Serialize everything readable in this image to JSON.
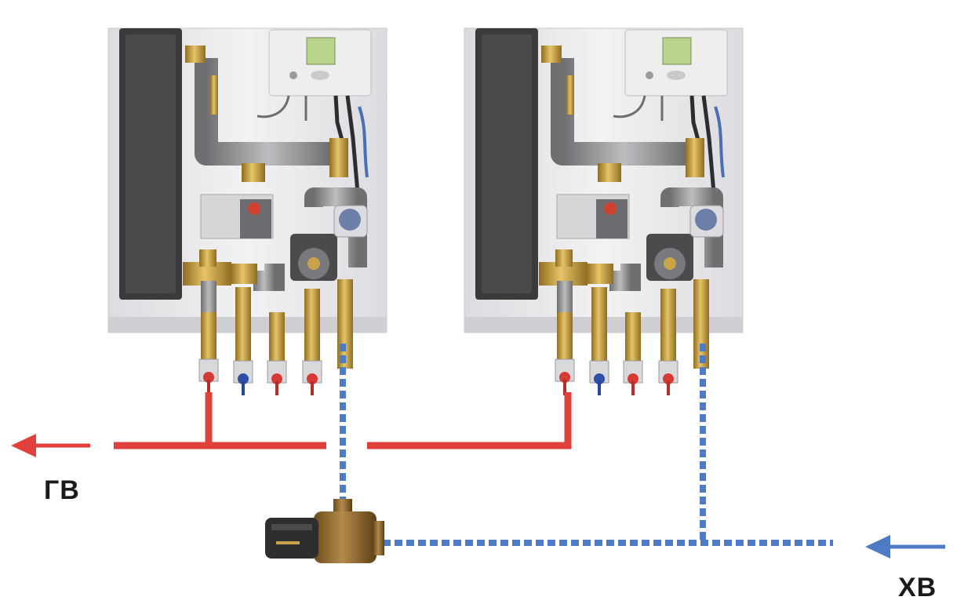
{
  "labels": {
    "hot_water": "ГВ",
    "cold_water": "ХВ"
  },
  "colors": {
    "hot_line": "#e0413c",
    "cold_line": "#4f7bc4",
    "panel": "#e9e9ec",
    "insulation": "#3a3a3a",
    "brass": "#c9a44a",
    "pipe_insulation": "#9a9a9c"
  },
  "units": [
    {
      "name": "station-left"
    },
    {
      "name": "station-right"
    }
  ]
}
